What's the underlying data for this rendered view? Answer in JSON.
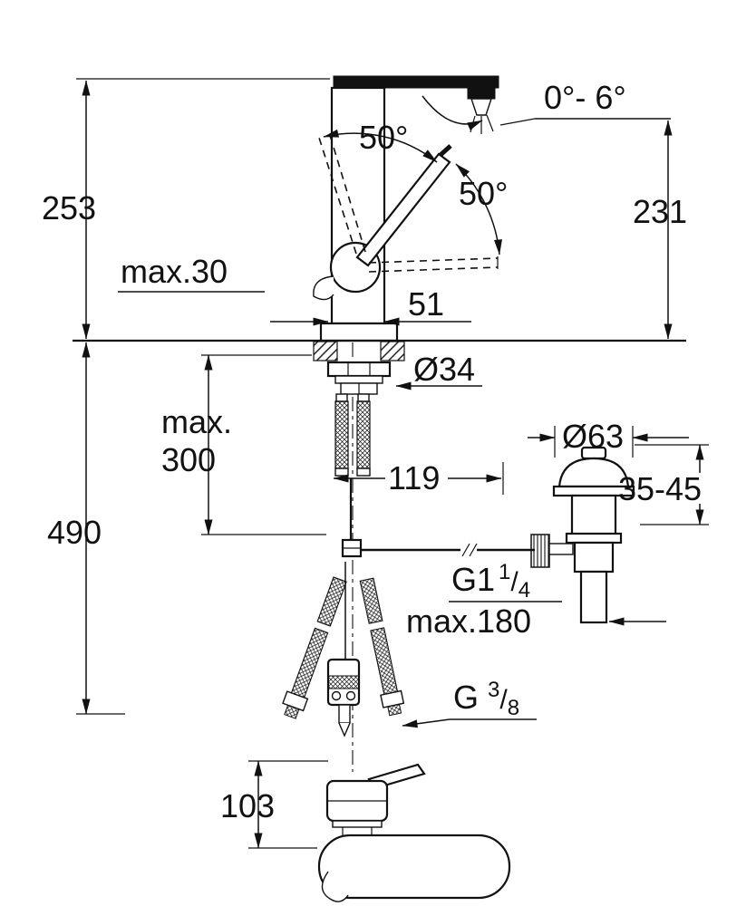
{
  "drawing": {
    "background": "#ffffff",
    "line_color": "#111111",
    "description": "Technical dimension drawing of a single-lever basin mixer faucet with pop-up waste"
  },
  "labels": {
    "angle_range": "0°- 6°",
    "angle_left": "50°",
    "angle_right": "50°",
    "height_above_deck": "253",
    "spout_height": "231",
    "deck_thickness": "max.30",
    "body_depth": "51",
    "hole_diameter": "Ø34",
    "hose_length_1": "max.",
    "hose_length_2": "300",
    "total_depth": "490",
    "rod_offset": "119",
    "flange_diameter": "Ø63",
    "flange_range": "35-45",
    "waste_thread_prefix": "G1",
    "waste_thread_num": "1",
    "waste_thread_slash": "/",
    "waste_thread_den": "4",
    "rod_length": "max.180",
    "supply_thread_prefix": "G",
    "supply_thread_num": "3",
    "supply_thread_slash": "/",
    "supply_thread_den": "8",
    "side_height": "103"
  }
}
